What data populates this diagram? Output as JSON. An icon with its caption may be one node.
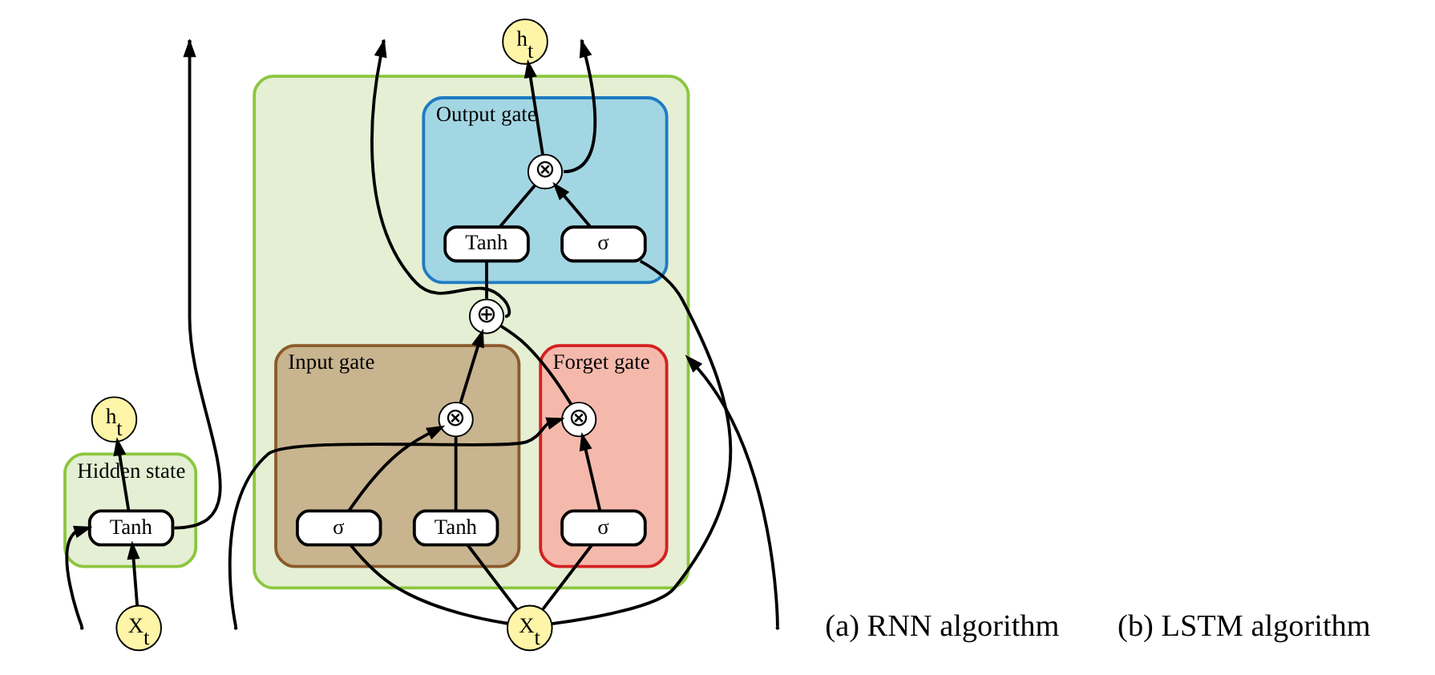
{
  "diagram": {
    "nodes": [
      {
        "text": [
          "Hidden state"
        ]
      },
      {
        "text": [
          "Tanh"
        ],
        "in": 0
      },
      {
        "text": [
          "X$_{t}$"
        ]
      },
      {
        "text": [
          "h$_{t}$"
        ]
      },
      {
        "text": [],
        "shape": "box"
      },
      {
        "text": [
          "Forget gate"
        ],
        "in": 4
      },
      {
        "text": [
          "⊗"
        ],
        "in": 5
      },
      {
        "text": [
          "σ"
        ],
        "in": 5
      },
      {
        "text": [
          "Input gate"
        ],
        "in": 4
      },
      {
        "text": [
          "⊗"
        ],
        "in": 8
      },
      {
        "text": [
          "σ"
        ],
        "in": 8
      },
      {
        "text": [
          "Tanh"
        ],
        "in": 8
      },
      {
        "text": [
          "Output gate"
        ],
        "in": 4
      },
      {
        "text": [
          "Tanh"
        ],
        "in": 12
      },
      {
        "text": [
          "⊗"
        ],
        "in": 12
      },
      {
        "text": [
          "σ"
        ],
        "in": 12
      },
      {
        "text": [
          "⊕"
        ],
        "in": 4
      },
      {
        "text": [
          "h$_{t}$"
        ]
      },
      {
        "text": [
          "X$_{t}$"
        ]
      }
    ],
    "edges": [
      {
        "from": 1,
        "to": null,
        "arrow": "to"
      },
      {
        "from": 2,
        "to": 1,
        "arrow": "to"
      },
      {
        "from": 1,
        "to": 3,
        "arrow": "to"
      },
      {
        "from": null,
        "to": 1,
        "arrow": "to"
      },
      {
        "from": null,
        "to": 6,
        "arrow": "to"
      },
      {
        "from": 7,
        "to": 6,
        "arrow": "to"
      },
      {
        "from": 6,
        "to": 16,
        "arrow": "none"
      },
      {
        "from": 10,
        "to": 9,
        "arrow": "to"
      },
      {
        "from": 11,
        "to": 9,
        "arrow": "none"
      },
      {
        "from": 9,
        "to": 16,
        "arrow": "to"
      },
      {
        "from": 16,
        "to": null,
        "arrow": "to"
      },
      {
        "from": 16,
        "to": 13,
        "arrow": "none"
      },
      {
        "from": 13,
        "to": 14,
        "arrow": "none"
      },
      {
        "from": 15,
        "to": 14,
        "arrow": "to"
      },
      {
        "from": 14,
        "to": 17,
        "arrow": "to"
      },
      {
        "from": 14,
        "to": null,
        "arrow": "to"
      },
      {
        "from": null,
        "to": 4,
        "arrow": "to"
      },
      {
        "from": 18,
        "to": 7,
        "arrow": "none"
      },
      {
        "from": 18,
        "to": 10,
        "arrow": "none"
      },
      {
        "from": 18,
        "to": 11,
        "arrow": "none"
      },
      {
        "from": 18,
        "to": 15,
        "arrow": "none"
      }
    ],
    "labels": [
      "(a) RNN algorithm",
      "(b) LSTM algorithm"
    ]
  }
}
